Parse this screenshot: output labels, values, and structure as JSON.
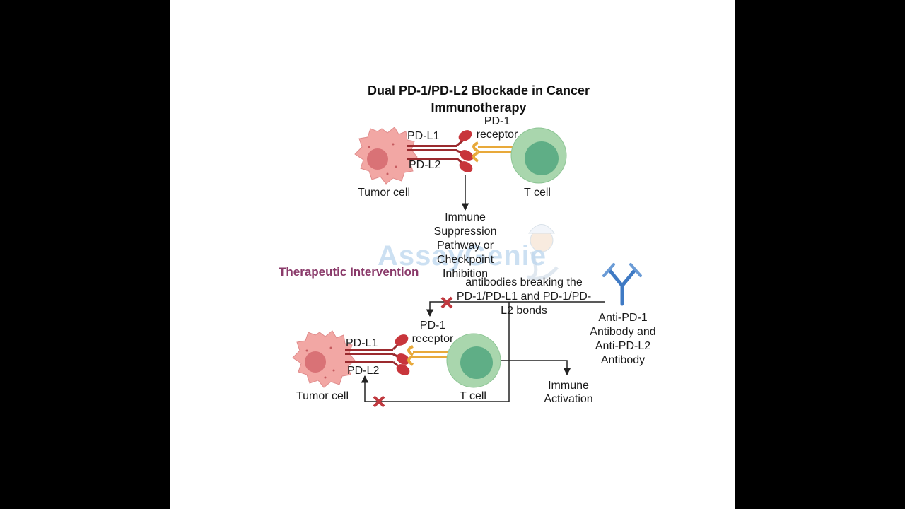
{
  "title": "Dual PD-1/PD-L2 Blockade in Cancer Immunotherapy",
  "top": {
    "pd_l1": "PD-L1",
    "pd_l2": "PD-L2",
    "pd1_receptor": [
      "PD-1",
      "receptor"
    ],
    "tumor_cell": "Tumor cell",
    "t_cell": "T cell",
    "outcome": [
      "Immune",
      "Suppression",
      "Pathway or",
      "Checkpoint",
      "Inhibition"
    ]
  },
  "therapeutic_intervention": "Therapeutic Intervention",
  "antibody_action": [
    "antibodies breaking the",
    "PD-1/PD-L1 and PD-1/PD-",
    "L2 bonds"
  ],
  "antibody_label": [
    "Anti-PD-1",
    "Antibody and",
    "Anti-PD-L2",
    "Antibody"
  ],
  "bottom": {
    "pd_l1": "PD-L1",
    "pd_l2": "PD-L2",
    "pd1_receptor": [
      "PD-1",
      "receptor"
    ],
    "tumor_cell": "Tumor cell",
    "t_cell": "T cell",
    "outcome": [
      "Immune",
      "Activation"
    ]
  },
  "watermark": "AssayGenie",
  "colors": {
    "tumor": "#f2a7a4",
    "tumor_nucleus": "#d97276",
    "ligand": "#9b2a2e",
    "ligand_head": "#c8353b",
    "receptor": "#e8a93a",
    "tcell": "#a9d6ad",
    "tcell_nucleus": "#5fae86",
    "antibody": "#3f7ac4",
    "cross": "#c0393f",
    "intervention": "#8a3a6a"
  }
}
